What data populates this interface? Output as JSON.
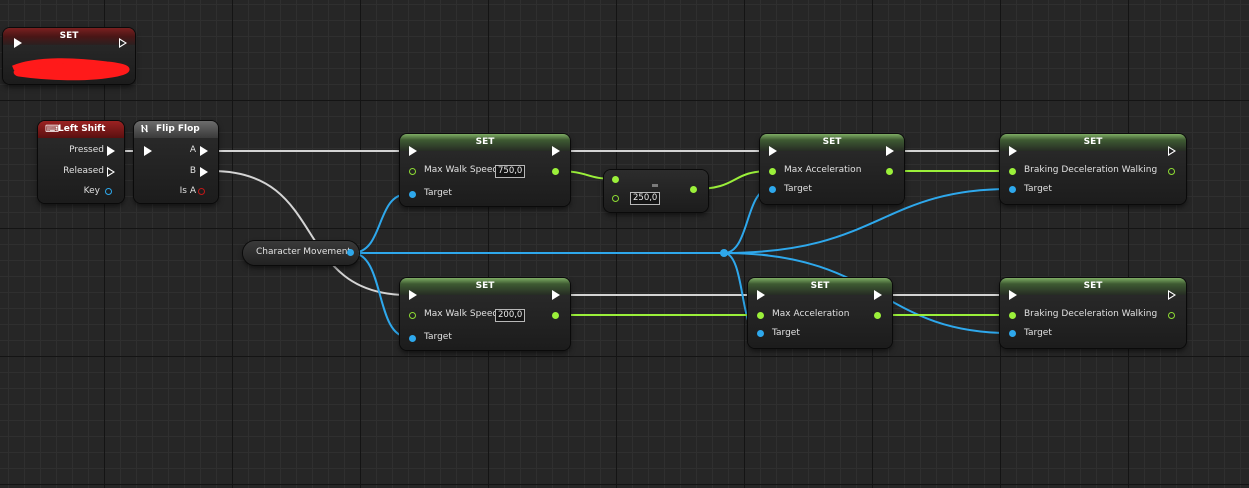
{
  "nodes": {
    "set_top": {
      "title": "SET"
    },
    "left_shift": {
      "title": "Left Shift",
      "pressed": "Pressed",
      "released": "Released",
      "key": "Key"
    },
    "flip_flop": {
      "title": "Flip Flop",
      "a": "A",
      "b": "B",
      "is_a": "Is A"
    },
    "character_movement": {
      "title": "Character Movement"
    },
    "set_walk_1": {
      "title": "SET",
      "property": "Max Walk Speed",
      "value": "750,0",
      "target": "Target"
    },
    "multiply": {
      "value": "250,0"
    },
    "set_accel_1": {
      "title": "SET",
      "property": "Max Acceleration",
      "target": "Target"
    },
    "set_brake_1": {
      "title": "SET",
      "property": "Braking Deceleration Walking",
      "target": "Target"
    },
    "set_walk_2": {
      "title": "SET",
      "property": "Max Walk Speed",
      "value": "200,0",
      "target": "Target"
    },
    "set_accel_2": {
      "title": "SET",
      "property": "Max Acceleration",
      "target": "Target"
    },
    "set_brake_2": {
      "title": "SET",
      "property": "Braking Deceleration Walking",
      "target": "Target"
    }
  },
  "colors": {
    "exec_wire": "#d8d8d8",
    "object_wire": "#2ea8ec",
    "float_wire": "#9bf03a",
    "set_header": "#7eac64",
    "event_header": "#9c2222",
    "scribble": "#ff1a1a"
  },
  "icons": {
    "event": "keyboard-event-icon",
    "flipflop": "flipflop-icon"
  }
}
